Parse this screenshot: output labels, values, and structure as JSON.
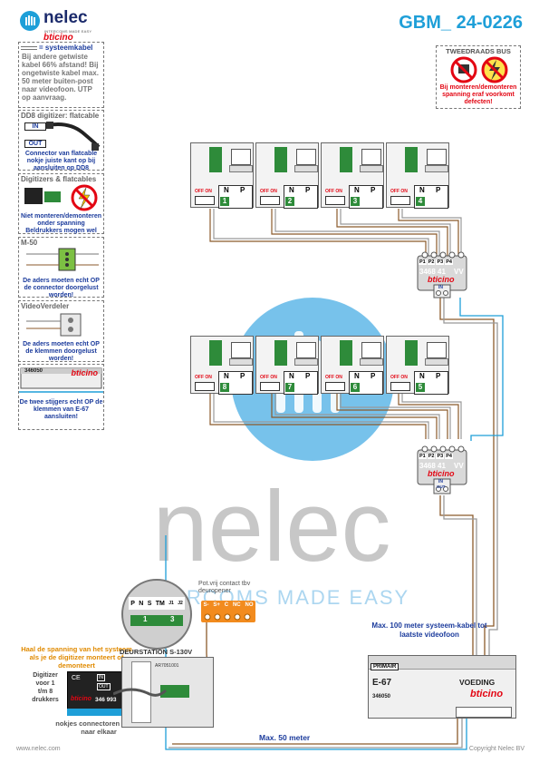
{
  "header": {
    "brand": "nelec",
    "brand_sub": "INTERCOMS MADE EASY",
    "brand_partner": "bticino",
    "doc_code": "GBM_ 24-0226"
  },
  "watermark": {
    "word": "nelec",
    "tagline": "INTERCOMS MADE EASY"
  },
  "legend": {
    "cable_title": "= systeemkabel",
    "cable_text": "Bij andere getwiste kabel 66% afstand! Bij ongetwiste kabel max. 50 meter buiten-post naar videofoon. UTP op aanvraag.",
    "dd8_title": "DD8 digitizer: flatcable",
    "dd8_in": "IN",
    "dd8_out": "OUT",
    "dd8_text": "Connector van flatcable nokje juiste kant op bij aansluiten op DD8",
    "digitizers_title": "Digitizers & flatcables",
    "digitizers_text": "Niet monteren/demonteren onder spanning Beldrukkers mogen wel",
    "m50_title": "M-50",
    "m50_text": "De aders moeten echt OP de connector doorgelust worden!",
    "vv_title": "VideoVerdeler",
    "vv_text": "De aders moeten echt OP de klemmen doorgelust worden!",
    "e67_code": "346050",
    "e67_text": "De twee stijgers echt OP de klemmen van E-67 aansluiten!"
  },
  "bus_warning": {
    "title": "TWEEDRAADS BUS",
    "text": "Bij monteren/demonteren spanning eraf voorkomt defecten!"
  },
  "monitors": {
    "labels_top": [
      "1",
      "2",
      "3",
      "4"
    ],
    "labels_bottom": [
      "8",
      "7",
      "6",
      "5"
    ],
    "switch_label": "OFF ON",
    "n_label": "N",
    "p_label": "P"
  },
  "distributor": {
    "ports": [
      "P1",
      "P2",
      "P3",
      "P4"
    ],
    "code": "3468 41",
    "vv": "VV",
    "in": "IN",
    "out": "OUT"
  },
  "door_station": {
    "terminals": [
      "P",
      "N",
      "S",
      "TM",
      "J1",
      "J2"
    ],
    "num_left": "1",
    "num_right": "3",
    "relay_title": "Pot.vrij contact tbv deuropener",
    "relay_terminals": [
      "S-",
      "S+",
      "C",
      "NC",
      "NO"
    ],
    "name": "DEURSTATION S-130V",
    "model": "AR7051001"
  },
  "digitizer": {
    "note": "Haal de spanning van het systeem als je de digitizer monteert of demonteert",
    "side_label": "Digitizer voor 1 t/m 8 drukkers",
    "code": "346 993",
    "in": "IN",
    "out": "OUT",
    "bottom_note": "nokjes connectoren wijzen naar elkaar"
  },
  "power_supply": {
    "primair": "PRIMAIR",
    "model": "E-67",
    "label": "VOEDING",
    "code": "346050",
    "note": "Max. 100 meter systeem-kabel tot laatste videofoon"
  },
  "cable_note": "Max. 50 meter",
  "footer": {
    "website": "www.nelec.com",
    "copyright": "Copyright Nelec BV"
  },
  "colors": {
    "accent_blue": "#1e9fd8",
    "navy": "#1b3b9c",
    "bticino_red": "#e30613",
    "orange": "#e08a00",
    "monitor_green": "#2e8b3a",
    "wire_brown": "#8b5a2b"
  }
}
